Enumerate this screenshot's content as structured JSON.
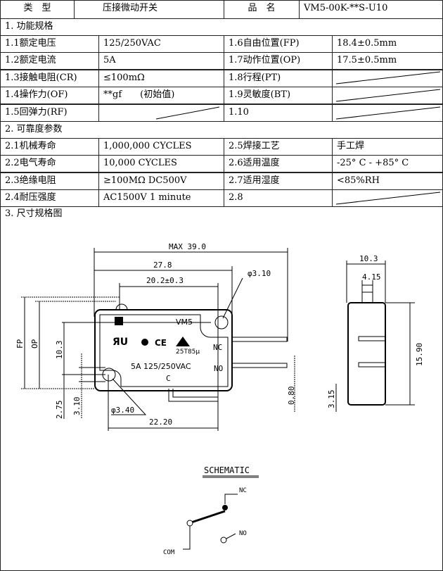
{
  "header": {
    "type_label": "类　型",
    "type_value": "压接微动开关",
    "name_label": "品　名",
    "name_value": "VM5-00K-**S-U10"
  },
  "section1": {
    "title": "1.  功能规格",
    "rows": [
      {
        "l1": "1.1额定电压",
        "v1": "125/250VAC",
        "l2": "1.6自由位置(FP)",
        "v2": "18.4±0.5mm"
      },
      {
        "l1": "1.2额定电流",
        "v1": "5A",
        "l2": "1.7动作位置(OP)",
        "v2": "17.5±0.5mm"
      },
      {
        "l1": "1.3接触电阻(CR)",
        "v1": "≤100mΩ",
        "l2": "1.8行程(PT)",
        "v2": ""
      },
      {
        "l1": "1.4操作力(OF)",
        "v1": "**gf　　(初始值)",
        "l2": "1.9灵敏度(BT)",
        "v2": ""
      },
      {
        "l1": "1.5回弹力(RF)",
        "v1": "",
        "l2": "1.10",
        "v2": ""
      }
    ]
  },
  "section2": {
    "title": "2.  可靠度参数",
    "rows": [
      {
        "l1": "2.1机械寿命",
        "v1": "1,000,000 CYCLES",
        "l2": "2.5焊接工艺",
        "v2": "手工焊"
      },
      {
        "l1": "2.2电气寿命",
        "v1": "10,000   CYCLES",
        "l2": "2.6适用温度",
        "v2": "-25° C - +85° C"
      },
      {
        "l1": "2.3绝缘电阻",
        "v1": "≥100MΩ  DC500V",
        "l2": "2.7适用湿度",
        "v2": "<85%RH"
      },
      {
        "l1": "2.4耐压强度",
        "v1": "AC1500V 1 minute",
        "l2": "2.8",
        "v2": ""
      }
    ]
  },
  "section3": {
    "title": "3.  尺寸规格图"
  },
  "drawing": {
    "dims": {
      "max": "MAX 39.0",
      "d278": "27.8",
      "d202": "20.2±0.3",
      "hole_r": "φ3.10",
      "hole_l": "φ3.40",
      "d2220": "22.20",
      "fp": "FP",
      "op": "OP",
      "d103": "10.3",
      "d275": "2.75",
      "d310": "3.10",
      "d080": "0.80",
      "side_w": "10.3",
      "side_p": "4.15",
      "side_h": "15.90",
      "side_b": "3.15"
    },
    "labels": {
      "model": "VM5",
      "nc": "NC",
      "no": "NO",
      "c": "C",
      "rating": "5A 125/250VAC",
      "temp": "25T85μ",
      "ce": "CE"
    }
  },
  "schematic": {
    "title": "SCHEMATIC",
    "nc": "NC",
    "no": "NO",
    "com": "COM"
  }
}
